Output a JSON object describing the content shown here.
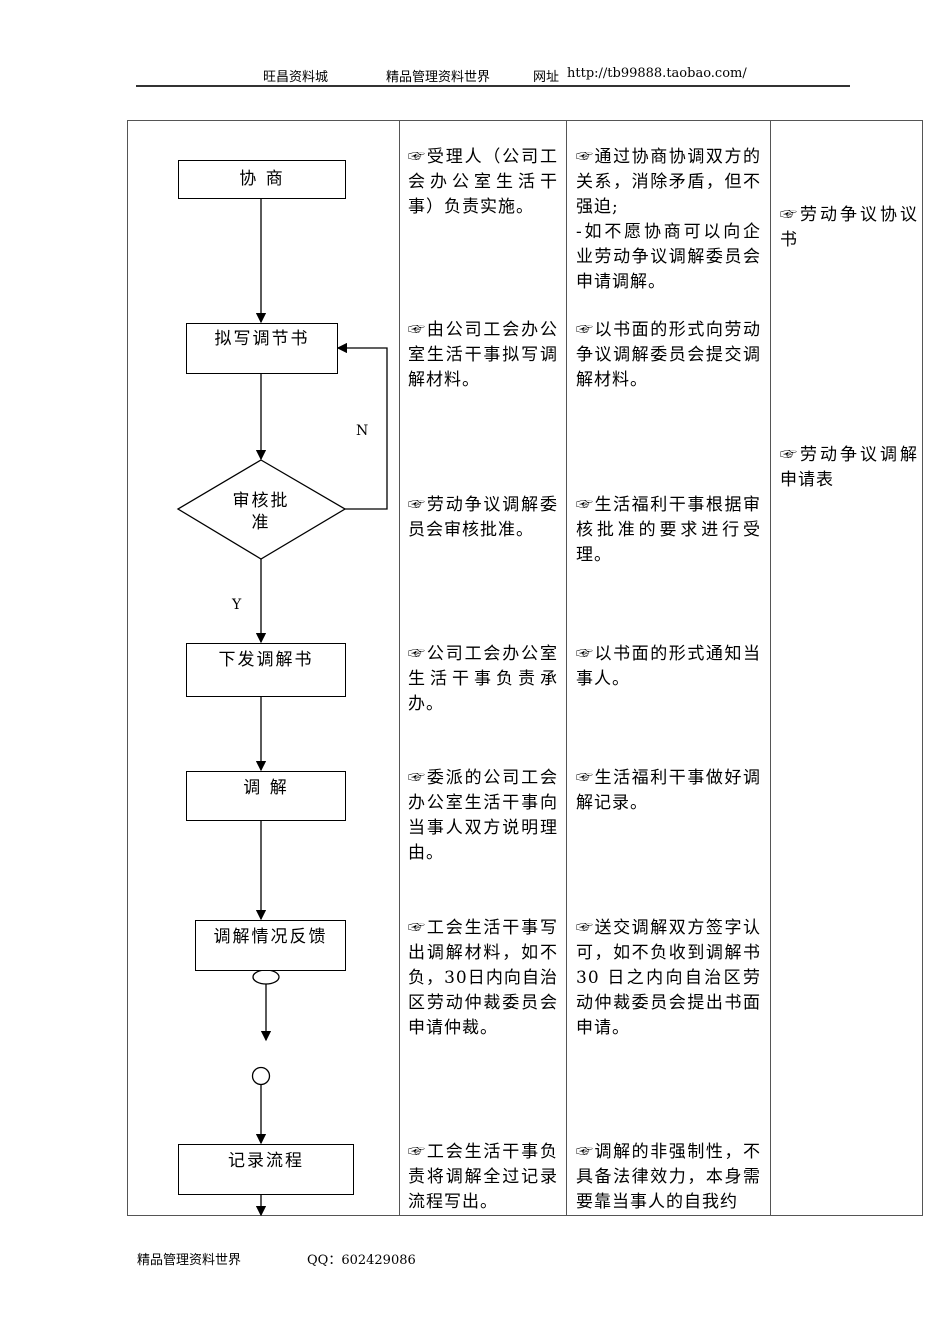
{
  "header": {
    "left": "旺昌资料城",
    "middle": "精品管理资料世界",
    "url_label": "网址",
    "url": "http://tb99888.taobao.com/"
  },
  "flow": {
    "step1": "协 商",
    "step2": "拟写调节书",
    "decision": "审核批准",
    "no_label": "N",
    "yes_label": "Y",
    "step3": "下发调解书",
    "step4": "调 解",
    "step5": "调解情况反馈",
    "step6": "记录流程"
  },
  "responsible": [
    "☞受理人（公司工会办公室生活干事）负责实施。",
    "☞由公司工会办公室生活干事拟写调解材料。",
    "☞劳动争议调解委员会审核批准。",
    "☞公司工会办公室生活干事负责承办。",
    "☞委派的公司工会办公室生活干事向当事人双方说明理由。",
    "☞工会生活干事写出调解材料，如不负，30日内向自治区劳动仲裁委员会申请仲裁。",
    "☞工会生活干事负责将调解全过记录流程写出。"
  ],
  "notes": [
    "☞通过协商协调双方的关系，消除矛盾，但不强迫;",
    "-如不愿协商可以向企业劳动争议调解委员会申请调解。",
    "☞以书面的形式向劳动争议调解委员会提交调解材料。",
    "☞生活福利干事根据审核批准的要求进行受理。",
    "☞以书面的形式通知当事人。",
    "☞生活福利干事做好调解记录。",
    "☞送交调解双方签字认可，如不负收到调解书 30 日之内向自治区劳动仲裁委员会提出书面申请。",
    "☞调解的非强制性，不具备法律效力，本身需要靠当事人的自我约"
  ],
  "documents": [
    "☞劳动争议协议书",
    "☞劳动争议调解申请表"
  ],
  "footer": {
    "left": "精品管理资料世界",
    "qq": "QQ：602429086"
  }
}
